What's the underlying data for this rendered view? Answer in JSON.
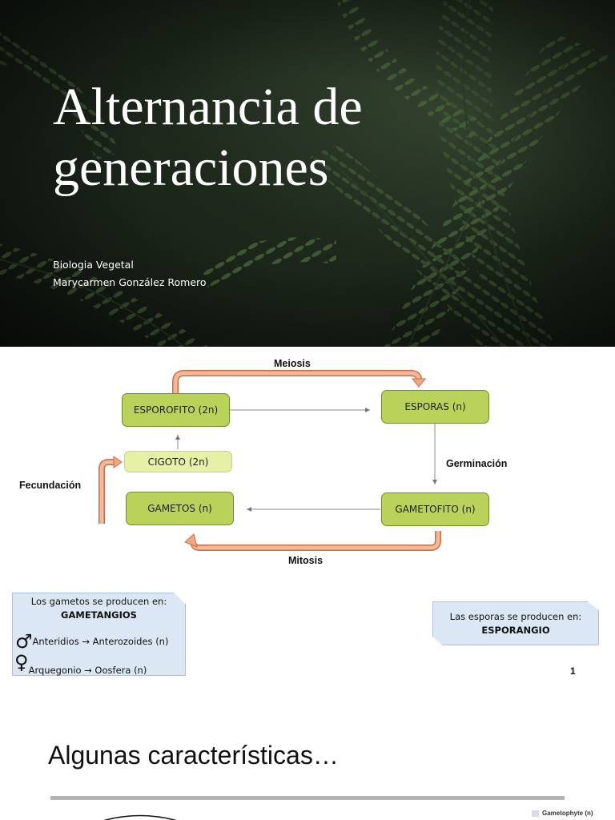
{
  "slide1": {
    "title_line1": "Alternancia de",
    "title_line2": "generaciones",
    "subtitle_line1": "Biologia Vegetal",
    "subtitle_line2": "Marycarmen González Romero"
  },
  "slide2": {
    "boxes": {
      "esporofito": "ESPOROFITO (2n)",
      "esporas": "ESPORAS (n)",
      "cigoto": "CIGOTO (2n)",
      "gametos": "GAMETOS (n)",
      "gametofito": "GAMETOFITO (n)"
    },
    "labels": {
      "meiosis": "Meiosis",
      "germinacion": "Germinación",
      "fecundacion": "Fecundación",
      "mitosis": "Mitosis"
    },
    "note_left": {
      "line1": "Los gametos se producen en:",
      "line2": "GAMETANGIOS",
      "male_symbol": "♂",
      "male_text": "Anteridios → Anterozoides (n)",
      "female_symbol": "♀",
      "female_text": "Arquegonio → Oosfera (n)"
    },
    "note_right": {
      "line1": "Las esporas se producen en:",
      "line2": "ESPORANGIO"
    },
    "page_number": "1",
    "colors": {
      "box_green": "#b9d35a",
      "box_light": "#e8f0a5",
      "curved_arrow": "#f2a77f",
      "note_blue": "#dbe7f4"
    }
  },
  "slide3": {
    "heading": "Algunas características…",
    "legend_label": "Gametophyte (n)"
  }
}
